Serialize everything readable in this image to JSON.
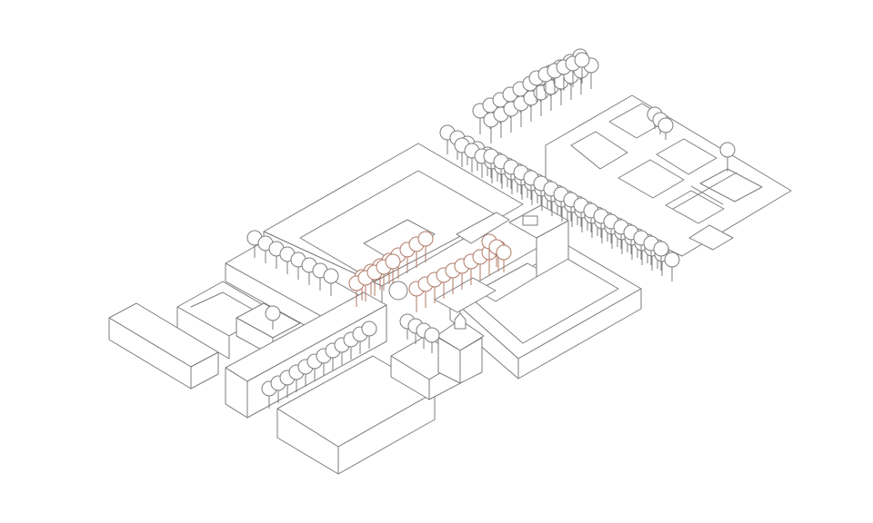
{
  "drawing": {
    "kind": "axonometric line drawing",
    "line_color": "#7d7d7d",
    "accent_color": "#b07a66",
    "background_color": "#ffffff"
  },
  "groups": [
    {
      "name": "grey-tree-row",
      "color": "#7d7d7d"
    },
    {
      "name": "highlighted-tree-row",
      "color": "#b07a66"
    }
  ]
}
